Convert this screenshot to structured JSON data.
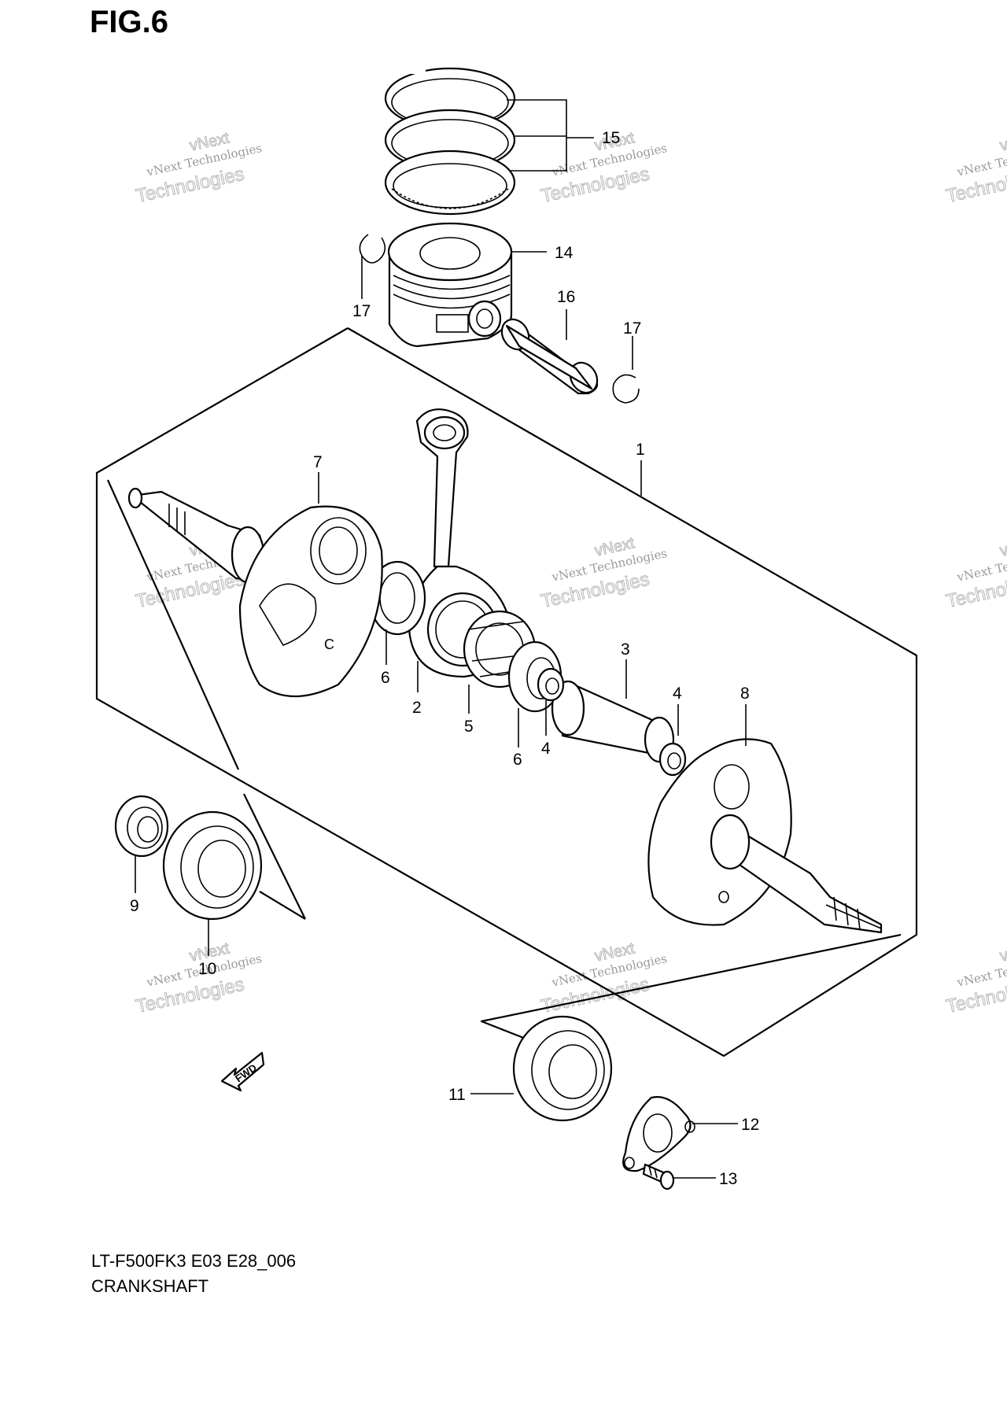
{
  "figure": {
    "title": "FIG.6"
  },
  "caption": {
    "model": "LT-F500FK3 E03 E28_006",
    "section": "CRANKSHAFT"
  },
  "fwd_label": "FWD",
  "watermark": {
    "line1": "vNext Technologies",
    "line2": "Technologies",
    "line3": "vNext"
  },
  "callouts": [
    {
      "id": "c15",
      "label": "15"
    },
    {
      "id": "c14",
      "label": "14"
    },
    {
      "id": "c17a",
      "label": "17"
    },
    {
      "id": "c16",
      "label": "16"
    },
    {
      "id": "c17b",
      "label": "17"
    },
    {
      "id": "c1",
      "label": "1"
    },
    {
      "id": "c7",
      "label": "7"
    },
    {
      "id": "c6a",
      "label": "6"
    },
    {
      "id": "c2",
      "label": "2"
    },
    {
      "id": "c5",
      "label": "5"
    },
    {
      "id": "c3",
      "label": "3"
    },
    {
      "id": "c4a",
      "label": "4"
    },
    {
      "id": "c4b",
      "label": "4"
    },
    {
      "id": "c6b",
      "label": "6"
    },
    {
      "id": "c8",
      "label": "8"
    },
    {
      "id": "c9",
      "label": "9"
    },
    {
      "id": "c10",
      "label": "10"
    },
    {
      "id": "c11",
      "label": "11"
    },
    {
      "id": "c12",
      "label": "12"
    },
    {
      "id": "c13",
      "label": "13"
    }
  ]
}
